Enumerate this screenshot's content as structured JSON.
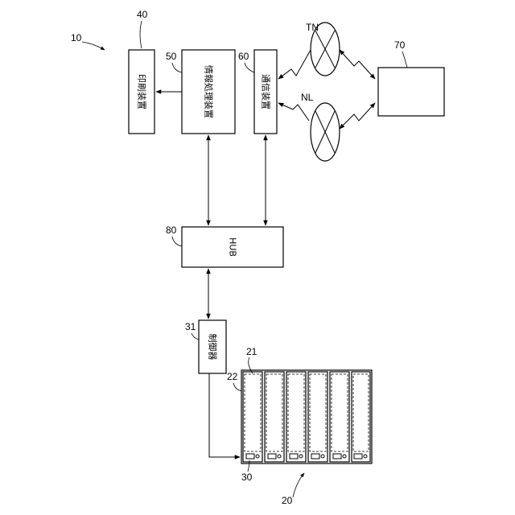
{
  "figure_ref": "10",
  "refs": {
    "print_device": "40",
    "info_processor": "50",
    "comm_device": "60",
    "external": "70",
    "hub": "80",
    "controller": "31",
    "rack_unit": "21",
    "rack_frame": "22",
    "indicator": "30",
    "rack": "20"
  },
  "labels": {
    "print_device": "印刷装置",
    "info_processor": "情報処理装置",
    "comm_device": "通信装置",
    "hub": "HUB",
    "controller": "制御器",
    "network_tn": "TN",
    "network_nl": "NL"
  }
}
